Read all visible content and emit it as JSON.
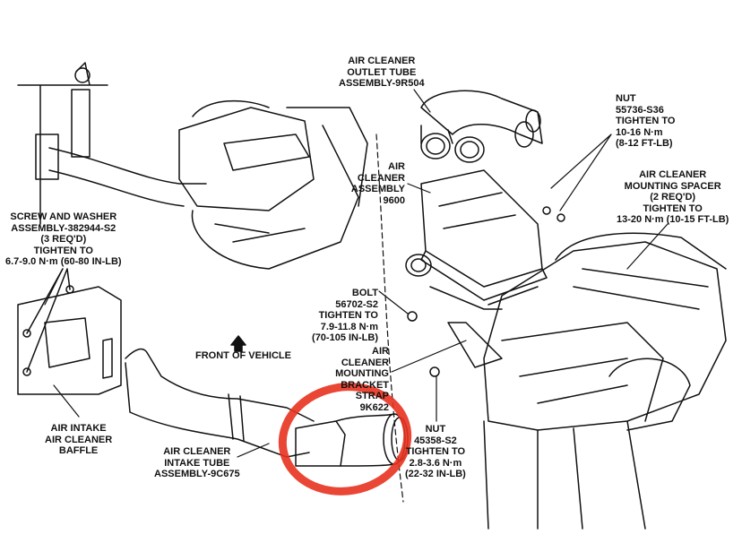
{
  "labels": {
    "outlet_tube": [
      "AIR CLEANER",
      "OUTLET TUBE",
      "ASSEMBLY-9R504"
    ],
    "air_cleaner_assembly": [
      "AIR",
      "CLEANER",
      "ASSEMBLY",
      "9600"
    ],
    "nut_top": [
      "NUT",
      "55736-S36",
      "TIGHTEN TO",
      "10-16 N·m",
      "(8-12 FT-LB)"
    ],
    "spacer": [
      "AIR CLEANER",
      "MOUNTING SPACER",
      "(2 REQ'D)",
      "TIGHTEN TO",
      "13-20 N·m (10-15 FT-LB)"
    ],
    "screw_washer": [
      "SCREW AND WASHER",
      "ASSEMBLY-382944-S2",
      "(3 REQ'D)",
      "TIGHTEN TO",
      "6.7-9.0 N·m (60-80 IN-LB)"
    ],
    "front_of_vehicle": "FRONT OF VEHICLE",
    "bolt": [
      "BOLT",
      "56702-S2",
      "TIGHTEN TO",
      "7.9-11.8 N·m",
      "(70-105 IN-LB)"
    ],
    "bracket_strap": [
      "AIR",
      "CLEANER",
      "MOUNTING",
      "BRACKET",
      "STRAP",
      "9K622"
    ],
    "nut_bottom": [
      "NUT",
      "45358-S2",
      "TIGHTEN TO",
      "2.8-3.6 N·m",
      "(22-32 IN-LB)"
    ],
    "baffle": [
      "AIR INTAKE",
      "AIR CLEANER",
      "BAFFLE"
    ],
    "intake_tube": [
      "AIR CLEANER",
      "INTAKE TUBE",
      "ASSEMBLY-9C675"
    ]
  },
  "colors": {
    "line": "#111111",
    "highlight_circle": "#e8321f"
  }
}
